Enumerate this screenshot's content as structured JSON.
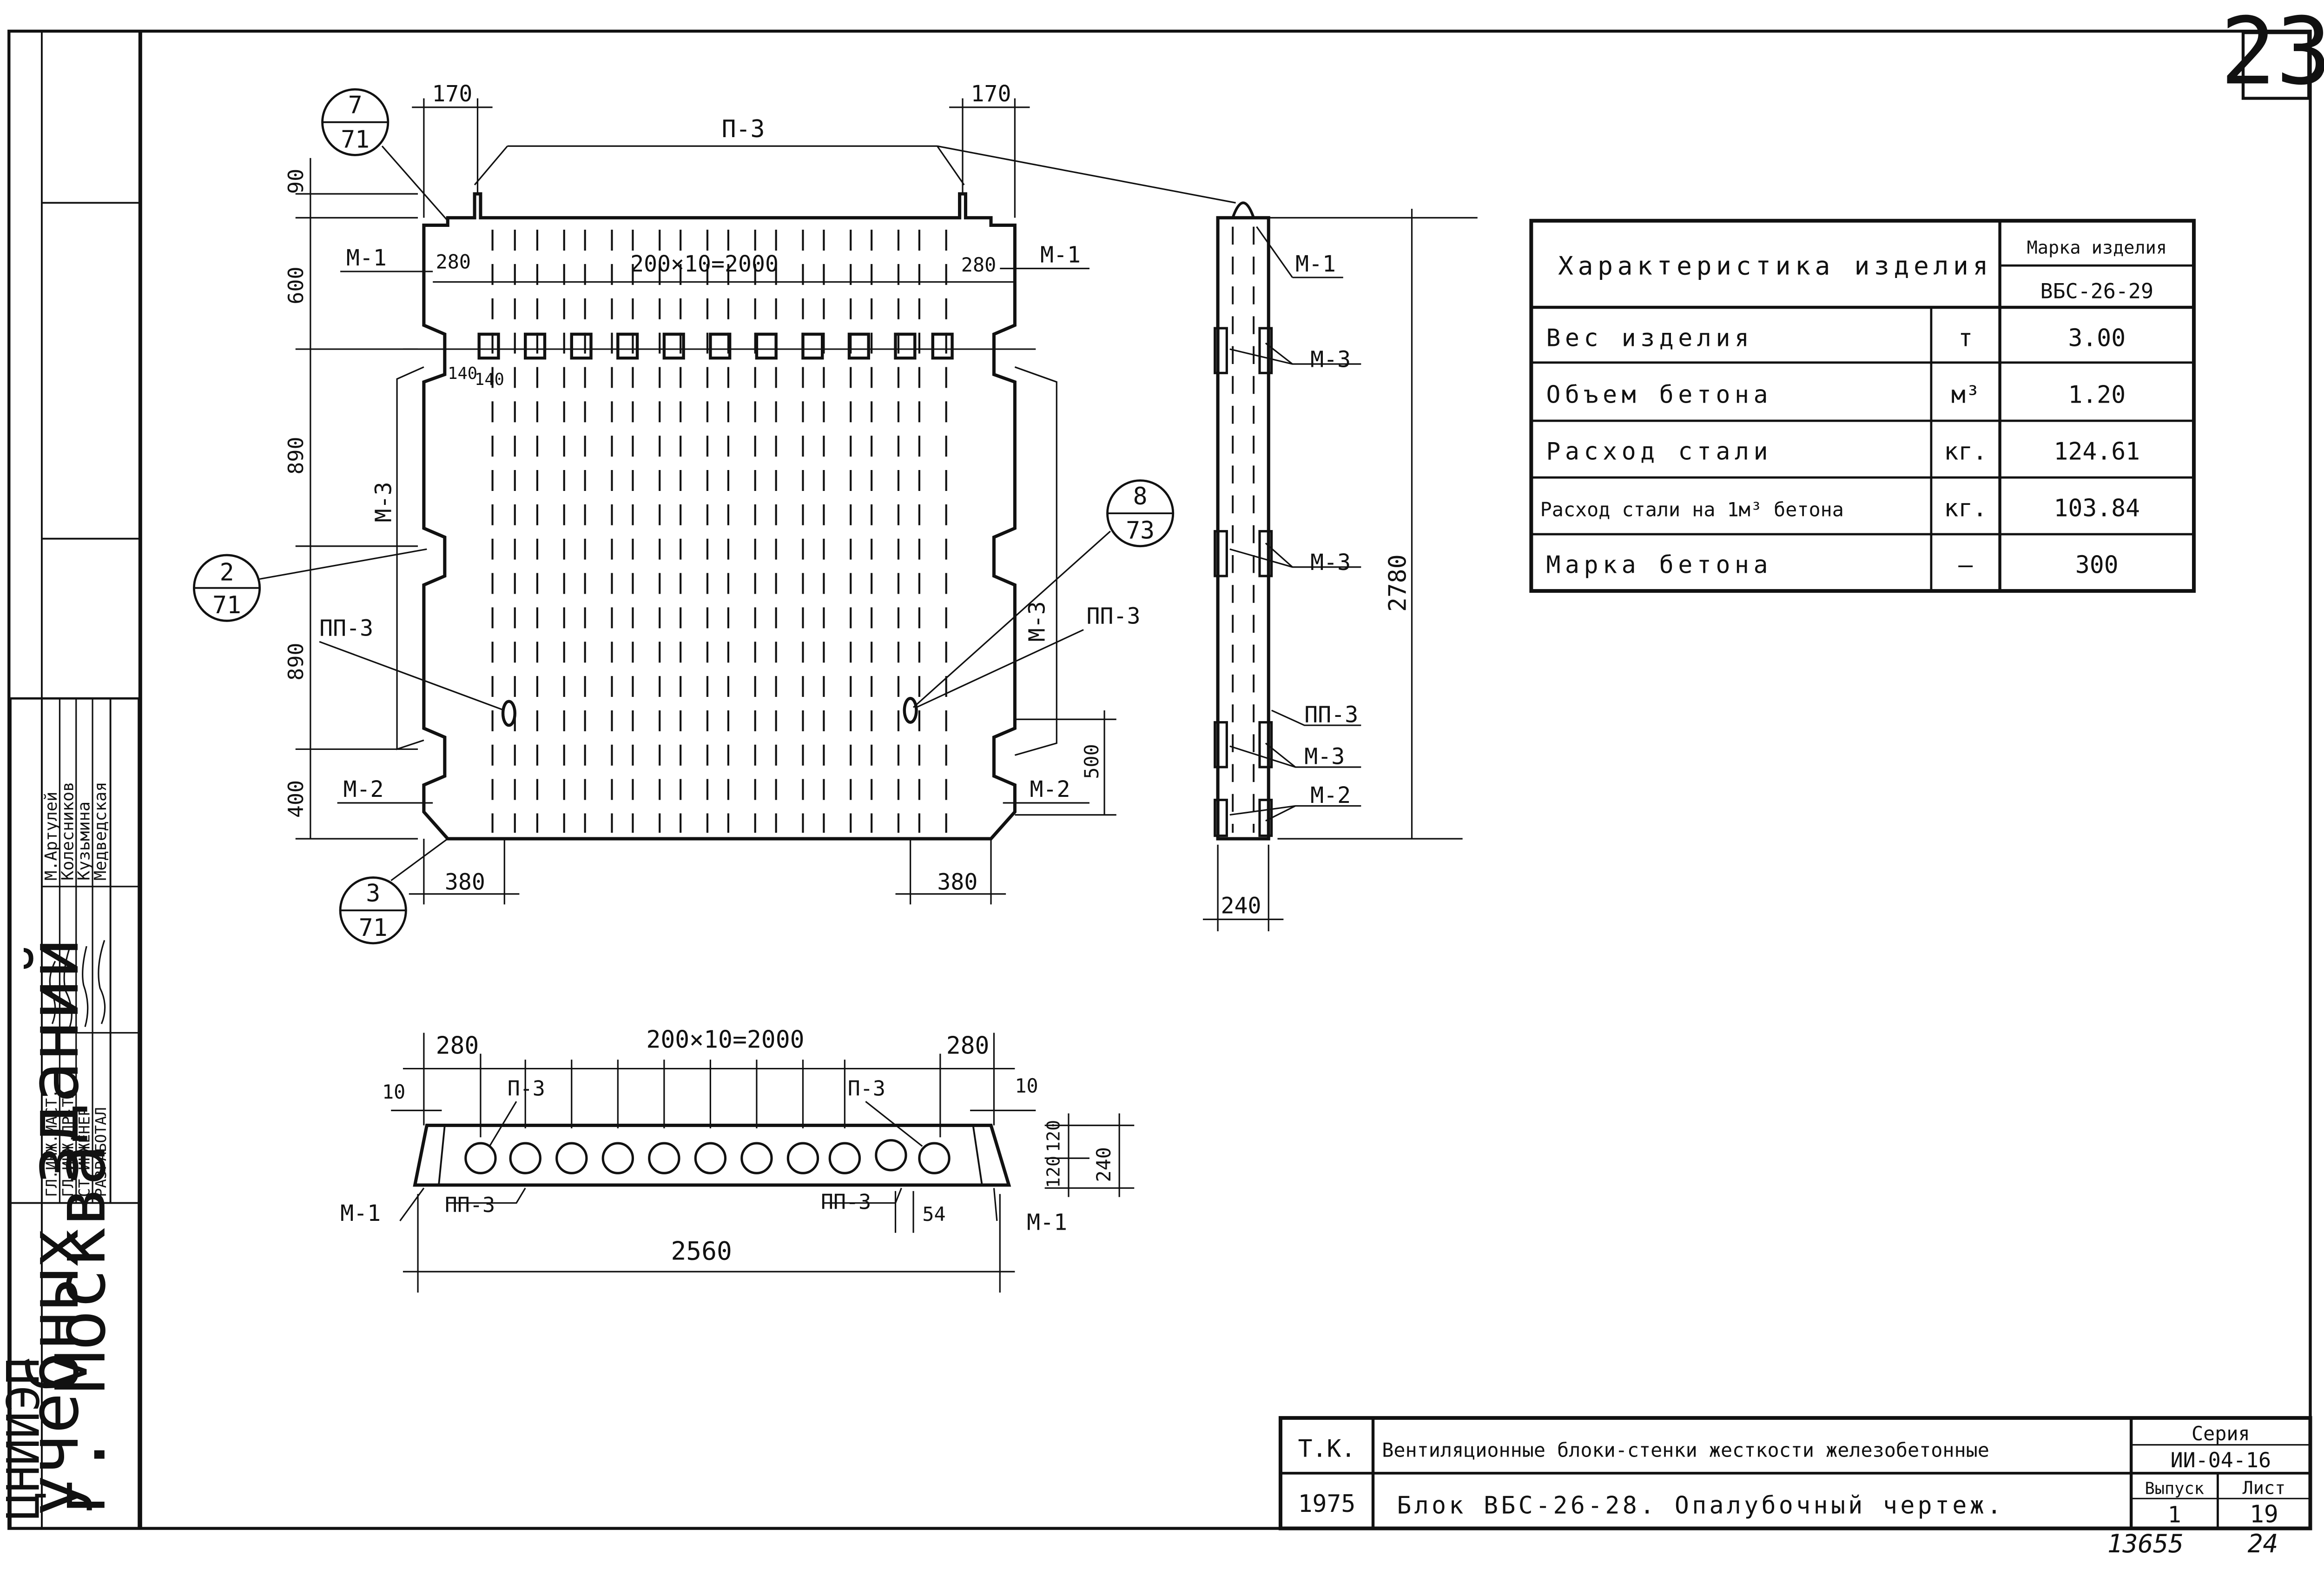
{
  "sheet_number": "23",
  "bottom_notes": {
    "inventory": "13655",
    "page": "24"
  },
  "stamp": {
    "org_main": "ЦНИИЭП",
    "org_sub1": "учебных зданий",
    "org_sub2": "г. Москва",
    "rows": [
      {
        "role": "ГЛ.ИНЖ.МАСТ.",
        "name": "М.Артулей"
      },
      {
        "role": "ГЛ.ИНЖ.ПР-ТА",
        "name": "Колесников"
      },
      {
        "role": "СТ.ИНЖЕНЕР",
        "name": "Кузьмина"
      },
      {
        "role": "РАЗРАБОТАЛ",
        "name": "Медведская"
      }
    ]
  },
  "spec_table": {
    "header_left": "Характеристика изделия",
    "header_right_top": "Марка изделия",
    "header_right_bottom": "ВБС-26-29",
    "rows": [
      {
        "label": "Вес изделия",
        "unit": "т",
        "value": "3.00"
      },
      {
        "label": "Объем бетона",
        "unit": "м³",
        "value": "1.20"
      },
      {
        "label": "Расход стали",
        "unit": "кг.",
        "value": "124.61"
      },
      {
        "label": "Расход стали на 1м³ бетона",
        "unit": "кг.",
        "value": "103.84"
      },
      {
        "label": "Марка бетона",
        "unit": "—",
        "value": "300"
      }
    ]
  },
  "title_block": {
    "tk": "Т.К.",
    "year": "1975",
    "title1": "Вентиляционные блоки-стенки жесткости железобетонные",
    "title2": "Блок ВБС-26-28. Опалубочный чертеж.",
    "series_label": "Серия",
    "series_value": "ИИ-04-16",
    "issue_label": "Выпуск",
    "issue_value": "1",
    "sheet_label": "Лист",
    "sheet_value": "19"
  },
  "front_view": {
    "dims_top": [
      "170",
      "170"
    ],
    "p3": "П-3",
    "ref_top_num": "7",
    "ref_top_den": "71",
    "m1": "М-1",
    "d280": "280",
    "d200x10": "200×10=2000",
    "d140": "140",
    "left_dims": [
      "90",
      "600",
      "890",
      "890",
      "400"
    ],
    "m3": "М-3",
    "ref_mid_num": "2",
    "ref_mid_den": "71",
    "ref_right_num": "8",
    "ref_right_den": "73",
    "pp3": "ПП-3",
    "m2": "М-2",
    "d500": "500",
    "d380": "380",
    "ref_bot_num": "3",
    "ref_bot_den": "71"
  },
  "side_view": {
    "m1": "М-1",
    "m3": "М-3",
    "pp3": "ПП-3",
    "m2": "М-2",
    "height": "2780",
    "width": "240"
  },
  "plan_view": {
    "d280": "280",
    "d200x10": "200×10=2000",
    "d10": "10",
    "p3": "П-3",
    "m1": "М-1",
    "pp3": "ПП-3",
    "d120": "120",
    "d240": "240",
    "d54": "54",
    "length": "2560"
  }
}
